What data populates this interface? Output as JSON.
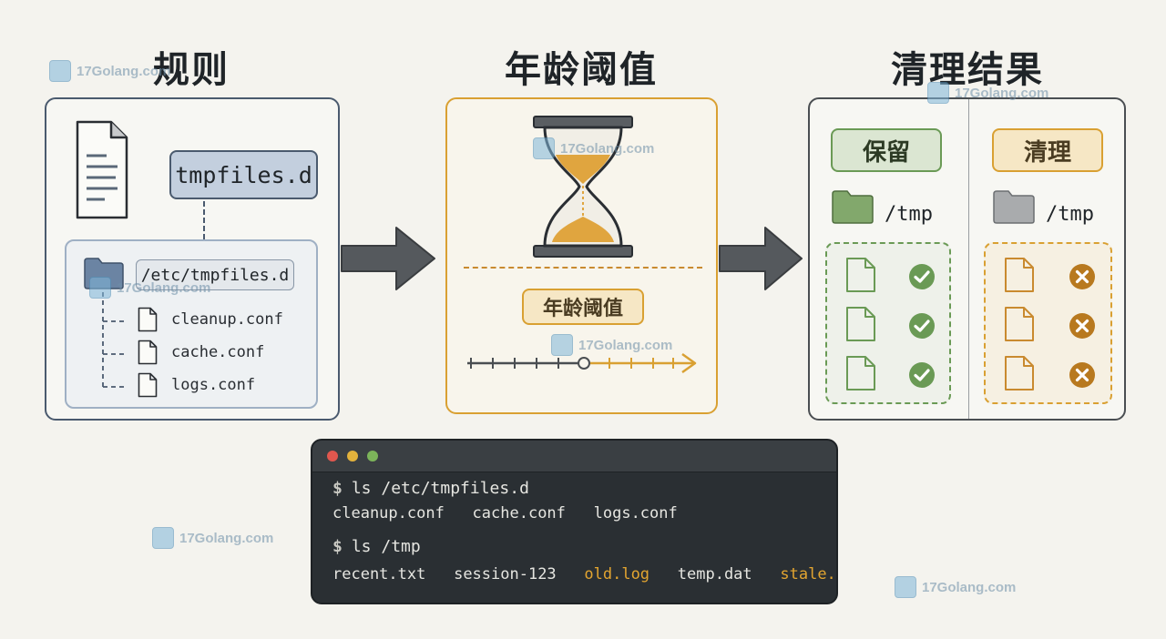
{
  "sections": {
    "rules": {
      "title": "规则"
    },
    "age": {
      "title": "年龄阈值"
    },
    "result": {
      "title": "清理结果"
    }
  },
  "rules": {
    "config_label": "tmpfiles.d",
    "dir_label": "/etc/tmpfiles.d",
    "files": [
      "cleanup.conf",
      "cache.conf",
      "logs.conf"
    ]
  },
  "age": {
    "threshold_label": "年龄阈值"
  },
  "result": {
    "keep": {
      "label": "保留",
      "dir": "/tmp"
    },
    "clean": {
      "label": "清理",
      "dir": "/tmp"
    }
  },
  "terminal": {
    "prompt": "$",
    "cmd1": "ls /etc/tmpfiles.d",
    "out1": [
      "cleanup.conf",
      "cache.conf",
      "logs.conf"
    ],
    "cmd2": "ls /tmp",
    "out2": [
      {
        "name": "recent.txt",
        "highlight": false
      },
      {
        "name": "session-123",
        "highlight": false
      },
      {
        "name": "old.log",
        "highlight": true
      },
      {
        "name": "temp.dat",
        "highlight": false
      },
      {
        "name": "stale.tmp",
        "highlight": true
      }
    ]
  },
  "watermark": {
    "text": "17Golang.com"
  },
  "colors": {
    "rules_border": "#4a5a6e",
    "age_border": "#d9a032",
    "keep_green": "#6a9a55",
    "clean_orange": "#c98a2f",
    "terminal_bg": "#2a2f33"
  }
}
